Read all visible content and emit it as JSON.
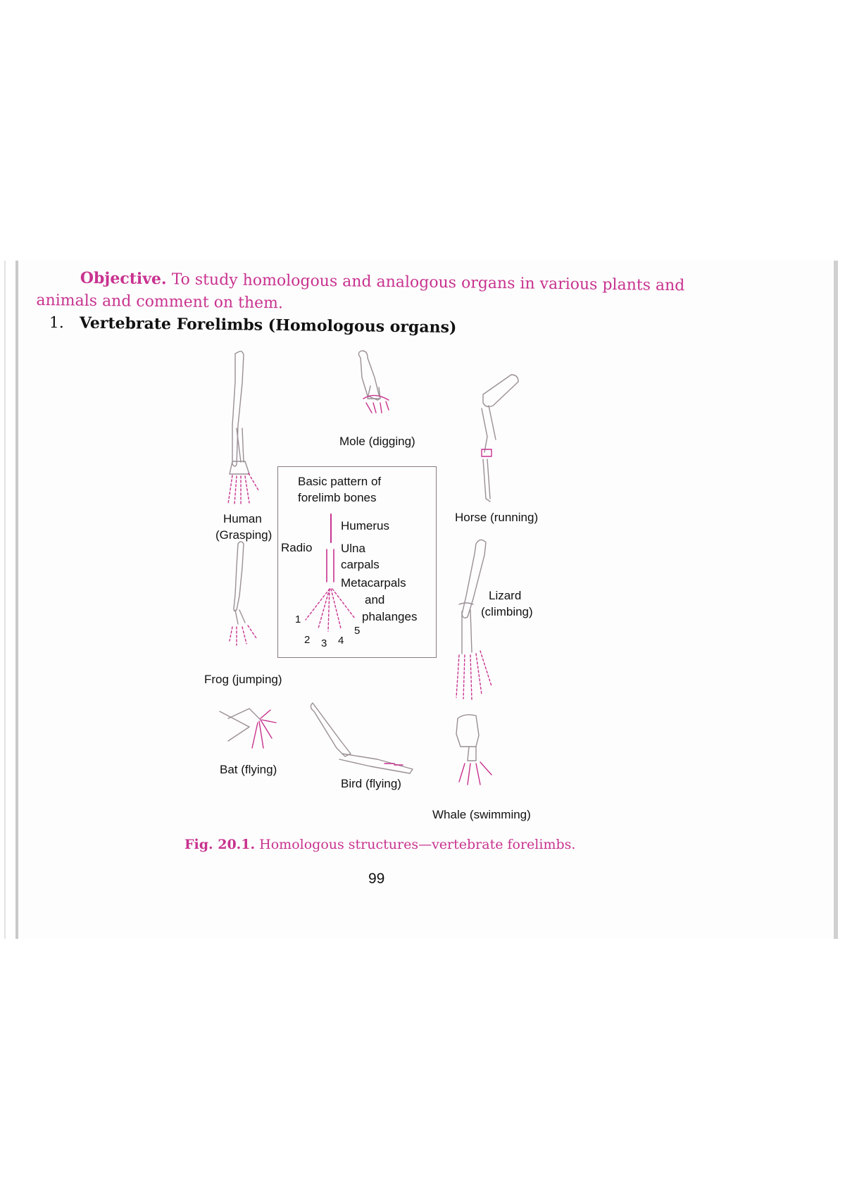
{
  "objective": {
    "lead": "Objective.",
    "text": "To study homologous and analogous organs in various plants and animals and comment on them."
  },
  "section": {
    "number": "1.",
    "title": "Vertebrate Forelimbs (Homologous organs)"
  },
  "figure": {
    "labels": {
      "mole": "Mole (digging)",
      "human_1": "Human",
      "human_2": "(Grasping)",
      "horse": "Horse (running)",
      "lizard_1": "Lizard",
      "lizard_2": "(climbing)",
      "frog": "Frog (jumping)",
      "bat": "Bat (flying)",
      "bird": "Bird (flying)",
      "whale": "Whale (swimming)"
    },
    "basic_pattern": {
      "title_1": "Basic pattern of",
      "title_2": "forelimb bones",
      "humerus": "Humerus",
      "radio": "Radio",
      "ulna": "Ulna",
      "carpals": "carpals",
      "metacarpals": "Metacarpals",
      "and": "and",
      "phalanges": "phalanges",
      "digits": [
        "1",
        "2",
        "3",
        "4",
        "5"
      ]
    },
    "caption_lead": "Fig. 20.1.",
    "caption_text": "Homologous structures—vertebrate forelimbs."
  },
  "page_number": "99",
  "colors": {
    "accent": "#c8328f",
    "bone": "#9a8f95",
    "ink": "#111111"
  }
}
